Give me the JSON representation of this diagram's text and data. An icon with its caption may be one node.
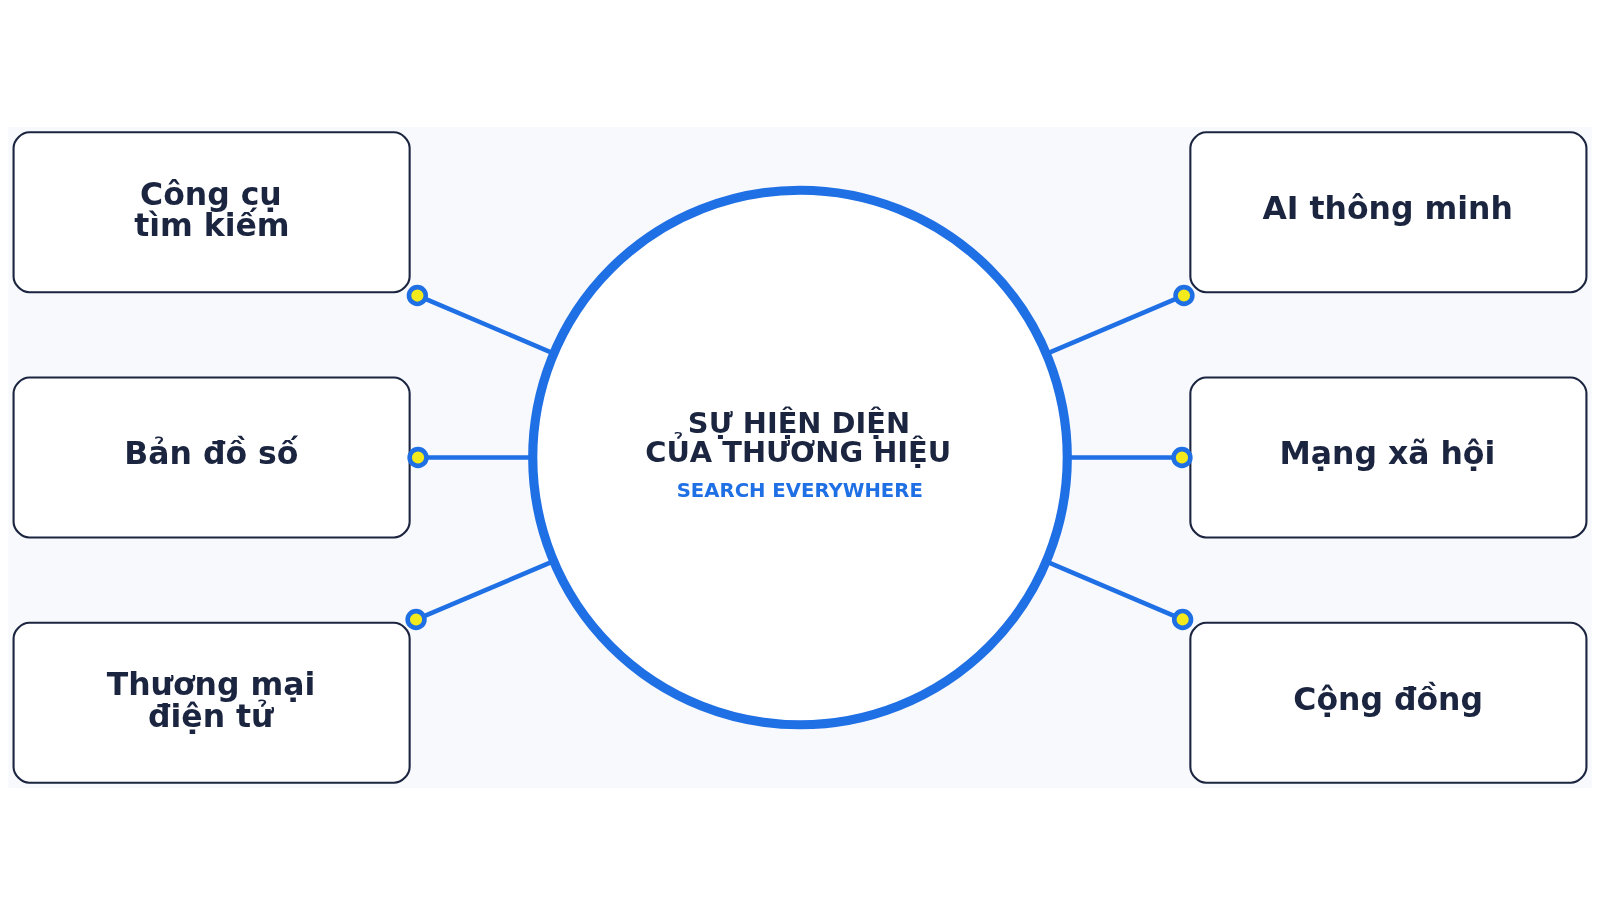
{
  "diagram": {
    "nodes": [
      {
        "text": [
          "Công cụ tìm kiếm"
        ]
      },
      {
        "text": [
          "AI thông minh"
        ]
      },
      {
        "text": [
          "Bản đồ số"
        ]
      },
      {
        "text": [
          "SỰ HIỆN DIỆN CỦA THƯƠNG HIỆU",
          "SEARCH EVERYWHERE"
        ]
      },
      {
        "text": [
          "Mạng xã hội"
        ]
      },
      {
        "text": [
          "Thương mại điện tử"
        ]
      },
      {
        "text": [
          "Cộng đồng"
        ]
      }
    ],
    "edges": [
      {
        "from": 3,
        "to": 0,
        "arrow": "other"
      },
      {
        "from": 3,
        "to": 1,
        "arrow": "other"
      },
      {
        "from": 3,
        "to": 2,
        "arrow": "other"
      },
      {
        "from": 3,
        "to": 4,
        "arrow": "other"
      },
      {
        "from": 3,
        "to": 5,
        "arrow": "other"
      },
      {
        "from": 3,
        "to": 6,
        "arrow": "other"
      }
    ]
  }
}
